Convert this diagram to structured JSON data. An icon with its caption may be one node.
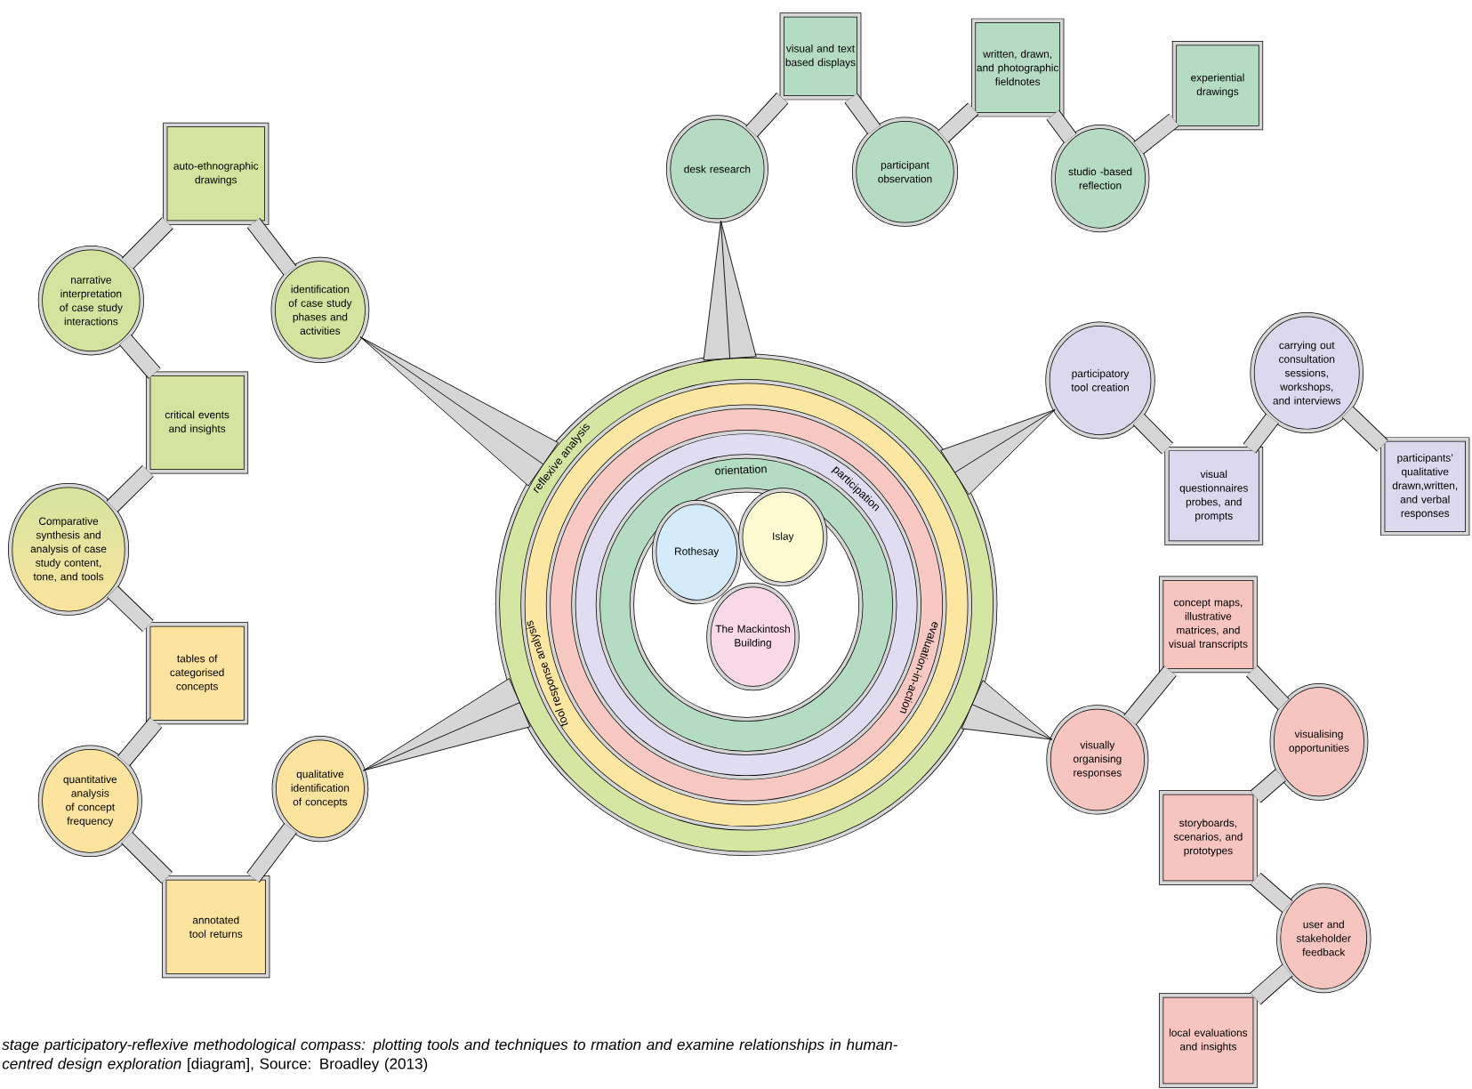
{
  "diagram": {
    "caption": "*stage participatory-reflexive methodological compass: plotting tools and techniques to rmation and examine relationships in human-centred design exploration* [diagram], Source: Broadley (2013)",
    "nodes": [
      {
        "text": [
          "desk research"
        ]
      },
      {
        "text": [
          "visual and text based displays"
        ]
      },
      {
        "text": [
          "participant observation"
        ]
      },
      {
        "text": [
          "written, drawn, and photographic fieldnotes"
        ]
      },
      {
        "text": [
          "studio -based reflection"
        ]
      },
      {
        "text": [
          "experiential drawings"
        ]
      },
      {
        "text": [
          "participatory tool creation"
        ]
      },
      {
        "text": [
          "visual questionnaires probes, and prompts"
        ]
      },
      {
        "text": [
          "carrying out consultation sessions, workshops, and interviews"
        ]
      },
      {
        "text": [
          "participants’ qualitative drawn,written, and verbal responses"
        ]
      },
      {
        "text": [
          "visually organising responses"
        ]
      },
      {
        "text": [
          "concept maps, illustrative matrices, and visual transcripts"
        ]
      },
      {
        "text": [
          "visualising opportunities"
        ]
      },
      {
        "text": [
          "storyboards, scenarios, and prototypes"
        ]
      },
      {
        "text": [
          "user and stakeholder feedback"
        ]
      },
      {
        "text": [
          "local evaluations and insights"
        ]
      },
      {
        "text": [
          "auto-ethnographic drawings"
        ]
      },
      {
        "text": [
          "identification of case study phases and activities"
        ]
      },
      {
        "text": [
          "narrative interpretation of case study interactions"
        ]
      },
      {
        "text": [
          "critical events and insights"
        ]
      },
      {
        "text": [
          "Comparative synthesis and analysis of case study content, tone, and tools"
        ]
      },
      {
        "text": [
          "tables of categorised concepts"
        ]
      },
      {
        "text": [
          "quantitative analysis of concept frequency"
        ]
      },
      {
        "text": [
          "annotated tool returns"
        ]
      },
      {
        "text": [
          "qualitative identification of concepts"
        ]
      },
      {
        "text": [
          "reflexive analysis"
        ]
      },
      {
        "text": [
          "tool response analysis"
        ],
        "in": 25
      },
      {
        "text": [
          "evaluation-in-action"
        ],
        "in": 26
      },
      {
        "text": [
          "participation"
        ],
        "in": 27
      },
      {
        "text": [
          "orientation"
        ],
        "in": 28
      },
      {
        "text": [
          "Rothesay"
        ],
        "in": 29
      },
      {
        "text": [
          "Islay"
        ],
        "in": 29
      },
      {
        "text": [
          "The Mackintosh Building"
        ],
        "in": 29
      }
    ],
    "edges": [
      {
        "from": 25,
        "to": 0,
        "arrow": "none"
      },
      {
        "from": 0,
        "to": 1,
        "arrow": "none"
      },
      {
        "from": 1,
        "to": 2,
        "arrow": "none"
      },
      {
        "from": 2,
        "to": 3,
        "arrow": "none"
      },
      {
        "from": 3,
        "to": 4,
        "arrow": "none"
      },
      {
        "from": 4,
        "to": 5,
        "arrow": "none"
      },
      {
        "from": 25,
        "to": 6,
        "arrow": "none"
      },
      {
        "from": 6,
        "to": 7,
        "arrow": "none"
      },
      {
        "from": 7,
        "to": 8,
        "arrow": "none"
      },
      {
        "from": 8,
        "to": 9,
        "arrow": "none"
      },
      {
        "from": 25,
        "to": 10,
        "arrow": "none"
      },
      {
        "from": 10,
        "to": 11,
        "arrow": "none"
      },
      {
        "from": 11,
        "to": 12,
        "arrow": "none"
      },
      {
        "from": 12,
        "to": 13,
        "arrow": "none"
      },
      {
        "from": 13,
        "to": 14,
        "arrow": "none"
      },
      {
        "from": 14,
        "to": 15,
        "arrow": "none"
      },
      {
        "from": 25,
        "to": 17,
        "arrow": "none"
      },
      {
        "from": 17,
        "to": 16,
        "arrow": "none"
      },
      {
        "from": 16,
        "to": 18,
        "arrow": "none"
      },
      {
        "from": 18,
        "to": 19,
        "arrow": "none"
      },
      {
        "from": 19,
        "to": 20,
        "arrow": "none"
      },
      {
        "from": 20,
        "to": 21,
        "arrow": "none"
      },
      {
        "from": 21,
        "to": 22,
        "arrow": "none"
      },
      {
        "from": 22,
        "to": 23,
        "arrow": "none"
      },
      {
        "from": 23,
        "to": 24,
        "arrow": "none"
      },
      {
        "from": 25,
        "to": 24,
        "arrow": "none"
      }
    ]
  }
}
